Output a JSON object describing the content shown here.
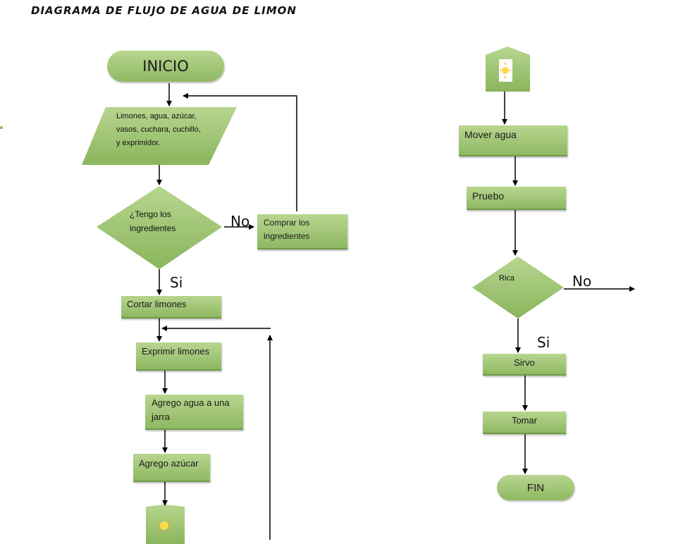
{
  "title": "DIAGRAMA DE FLUJO DE AGUA DE LIMON",
  "left_flow": {
    "start": "INICIO",
    "input": "Limones, agua, azúcar, vasos, cuchara, cuchillo, y exprimidor.",
    "decision": "¿Tengo los ingredientes",
    "no_label": "No",
    "buy": "Comprar los ingredientes",
    "yes_label": "Si",
    "cut": "Cortar limones",
    "squeeze": "Exprimir limones",
    "water": "Agrego agua a una jarra",
    "sugar": "Agrego azúcar"
  },
  "right_flow": {
    "stir": "Mover agua",
    "taste": "Pruebo",
    "decision": "Rica",
    "no_label": "No",
    "yes_label": "Si",
    "serve": "Sirvo",
    "drink": "Tomar",
    "end": "FIN"
  },
  "colors": {
    "shape_fill": "#9cc46f",
    "shape_fill_light": "#b7d68f",
    "line": "#000000"
  },
  "icons": {
    "offpage_connector_left": "sun-icon",
    "offpage_connector_right": "sun-icon"
  }
}
